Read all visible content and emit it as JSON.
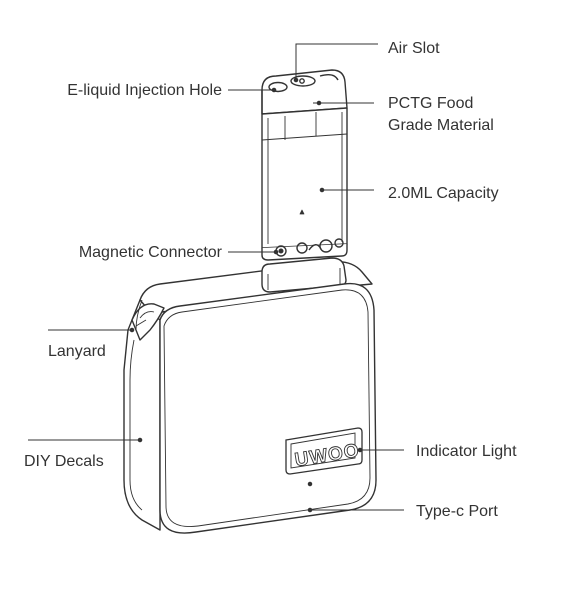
{
  "labels": {
    "air_slot": "Air Slot",
    "injection_hole": "E-liquid Injection Hole",
    "pctg_line1": "PCTG Food",
    "pctg_line2": "Grade Material",
    "capacity": "2.0ML Capacity",
    "magnetic_connector": "Magnetic Connector",
    "lanyard": "Lanyard",
    "diy_decals": "DIY Decals",
    "indicator_light": "Indicator Light",
    "type_c_port": "Type-c Port"
  },
  "logo_text": "UWOO",
  "colors": {
    "outline": "#333333",
    "leader": "#333333",
    "label_text": "#333333",
    "background": "#ffffff"
  }
}
